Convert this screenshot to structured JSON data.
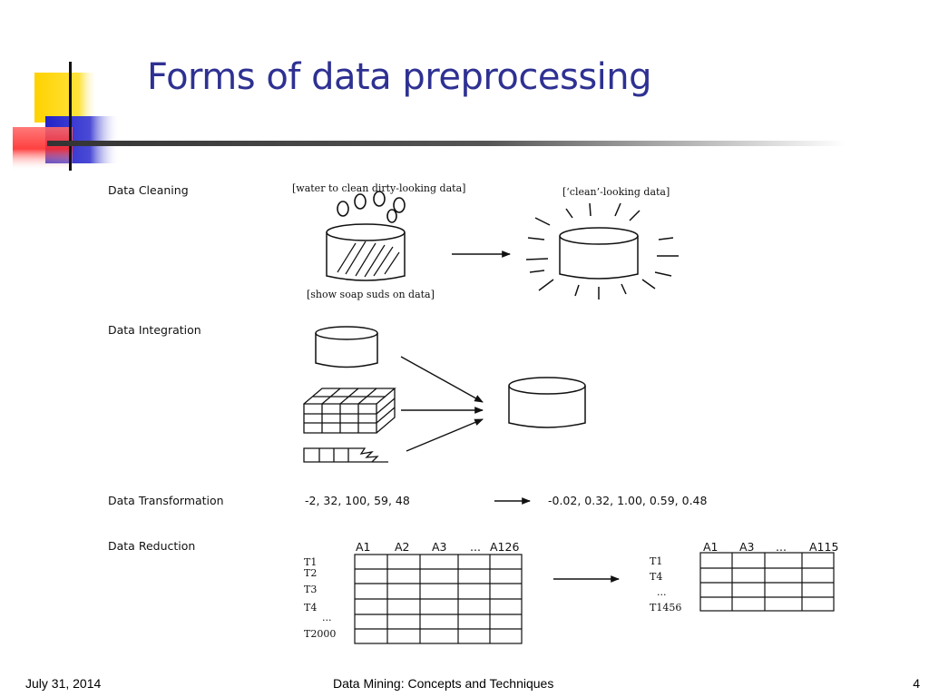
{
  "slide": {
    "title": "Forms of data preprocessing",
    "footer": {
      "date": "July 31, 2014",
      "course": "Data Mining: Concepts and Techniques",
      "page": "4"
    }
  },
  "diagram": {
    "rows": {
      "cleaning": "Data Cleaning",
      "integration": "Data Integration",
      "transformation": "Data Transformation",
      "reduction": "Data Reduction"
    },
    "cleaning": {
      "top_note": "[water to clean dirty-looking data]",
      "right_note": "[‘clean’-looking data]",
      "bottom_note": "[show soap suds on data]"
    },
    "transformation": {
      "input": "-2, 32, 100, 59, 48",
      "output": "-0.02, 0.32, 1.00, 0.59, 0.48"
    },
    "reduction": {
      "left_table": {
        "columns": [
          "A1",
          "A2",
          "A3",
          "...",
          "A126"
        ],
        "rows": [
          "T1",
          "T2",
          "T3",
          "T4",
          "...",
          "T2000"
        ]
      },
      "right_table": {
        "columns": [
          "A1",
          "A3",
          "...",
          "A115"
        ],
        "rows": [
          "T1",
          "T4",
          "...",
          "T1456"
        ]
      }
    }
  }
}
